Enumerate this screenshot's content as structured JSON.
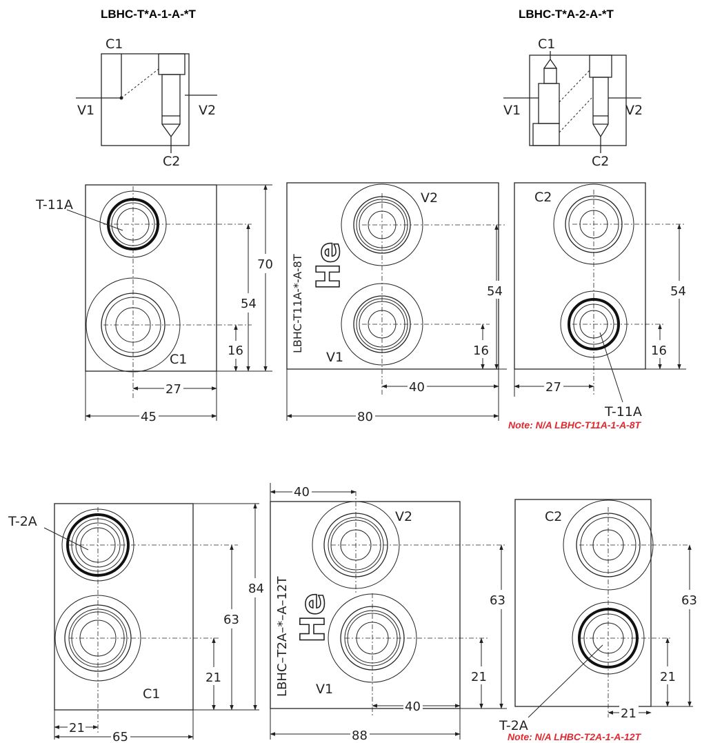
{
  "titles": {
    "single": "LBHC-T*A-1-A-*T",
    "double": "LBHC-T*A-2-A-*T"
  },
  "schematic": {
    "single": {
      "c1": "C1",
      "v1": "V1",
      "v2": "V2",
      "c2": "C2"
    },
    "double": {
      "c1": "C1",
      "v1": "V1",
      "v2": "V2",
      "c2": "C2"
    }
  },
  "row1": {
    "single": {
      "port_c1": "C1",
      "cavity": "T-11A",
      "height": "70",
      "spacing": "54",
      "offset": "16",
      "bore_x": "27",
      "width": "45"
    },
    "double": {
      "port_v2": "V2",
      "port_v1": "V1",
      "marking": "LBHC-T11A-*-A-8T",
      "spacing": "54",
      "offset": "16",
      "bore_x": "40",
      "width": "80"
    },
    "double_alt": {
      "port_c2": "C2",
      "cavity": "T-11A",
      "spacing": "54",
      "offset": "16",
      "bore_x": "27",
      "note": "Note: N/A LBHC-T11A-1-A-8T"
    }
  },
  "row2": {
    "single": {
      "port_c1": "C1",
      "cavity": "T-2A",
      "height": "84",
      "spacing": "63",
      "offset": "21",
      "bore_x": "21",
      "width": "65"
    },
    "double": {
      "port_v2": "V2",
      "port_v1": "V1",
      "marking": "LBHC–T2A–*–A–12T",
      "spacing": "63",
      "offset": "21",
      "bore_top": "40",
      "bore_x": "40",
      "width": "88"
    },
    "double_alt": {
      "port_c2": "C2",
      "cavity": "T-2A",
      "spacing": "63",
      "offset": "21",
      "bore_x": "21",
      "note": "Note: N/A LHBC-T2A-1-A-12T"
    }
  },
  "logo_text": "He",
  "colors": {
    "note": "#e0282e",
    "ink": "#222222"
  }
}
